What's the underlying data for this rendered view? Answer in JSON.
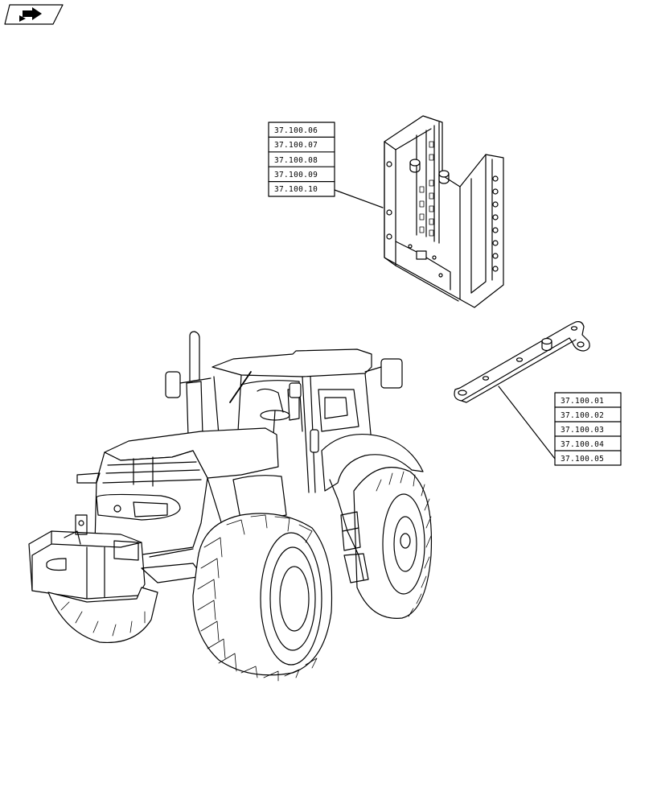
{
  "header": {
    "nav_icon": "arrow-right-icon"
  },
  "callouts": {
    "drawbar_hitch": [
      "37.100.06",
      "37.100.07",
      "37.100.08",
      "37.100.09",
      "37.100.10"
    ],
    "lower_link": [
      "37.100.01",
      "37.100.02",
      "37.100.03",
      "37.100.04",
      "37.100.05"
    ]
  }
}
